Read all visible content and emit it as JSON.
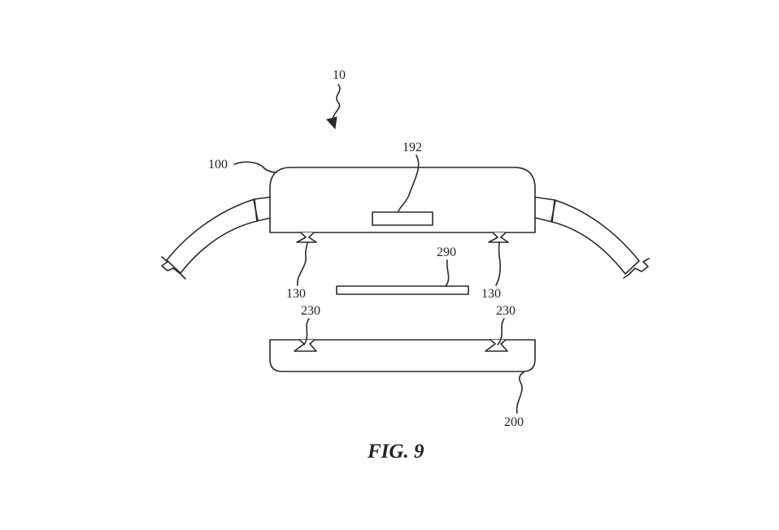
{
  "figure": {
    "caption": "FIG. 9",
    "refs": {
      "assembly": "10",
      "housing": "100",
      "component_top": "192",
      "plate_middle": "290",
      "connector_left": "130",
      "connector_right": "130",
      "receiver_left": "230",
      "receiver_right": "230",
      "base": "200"
    }
  }
}
